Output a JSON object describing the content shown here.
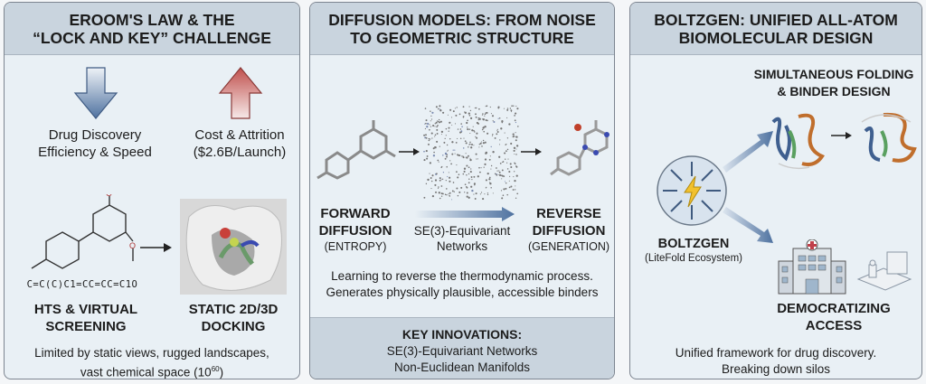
{
  "panels": [
    {
      "title_lines": [
        "EROOM'S LAW & THE",
        "“LOCK AND KEY” CHALLENGE"
      ],
      "down_arrow_label": [
        "Drug Discovery",
        "Efficiency & Speed"
      ],
      "up_arrow_label": [
        "Cost & Attrition",
        "($2.6B/Launch)"
      ],
      "smiles": "C=C(C)C1=CC=CC=C1O",
      "left_caption": [
        "HTS & VIRTUAL",
        "SCREENING"
      ],
      "right_caption": [
        "STATIC 2D/3D",
        "DOCKING"
      ],
      "footer": [
        "Limited by static views, rugged landscapes,",
        "vast chemical space (10",
        "60",
        ")"
      ]
    },
    {
      "title_lines": [
        "DIFFUSION MODELS: FROM NOISE",
        "TO GEOMETRIC STRUCTURE"
      ],
      "forward": [
        "FORWARD",
        "DIFFUSION",
        "(ENTROPY)"
      ],
      "network": [
        "SE(3)-Equivariant",
        "Networks"
      ],
      "reverse": [
        "REVERSE",
        "DIFFUSION",
        "(GENERATION)"
      ],
      "description": [
        "Learning to reverse the thermodynamic process.",
        "Generates physically plausible, accessible binders"
      ],
      "innovations_title": "KEY INNOVATIONS:",
      "innovations": [
        "SE(3)-Equivariant Networks",
        "Non-Euclidean Manifolds"
      ]
    },
    {
      "title_lines": [
        "BOLTZGEN: UNIFIED ALL-ATOM",
        "BIOMOLECULAR DESIGN"
      ],
      "folding": [
        "SIMULTANEOUS FOLDING",
        "& BINDER DESIGN"
      ],
      "hub": [
        "BOLTZGEN",
        "(LiteFold Ecosystem)"
      ],
      "access": [
        "DEMOCRATIZING",
        "ACCESS"
      ],
      "footer": [
        "Unified framework for drug discovery.",
        "Breaking down silos"
      ]
    }
  ],
  "colors": {
    "header": "#c9d4de",
    "panel": "#e9f0f5",
    "down_arrow": "#4f72a0",
    "up_arrow": "#c0504d",
    "accent": "#4a6e9e"
  }
}
